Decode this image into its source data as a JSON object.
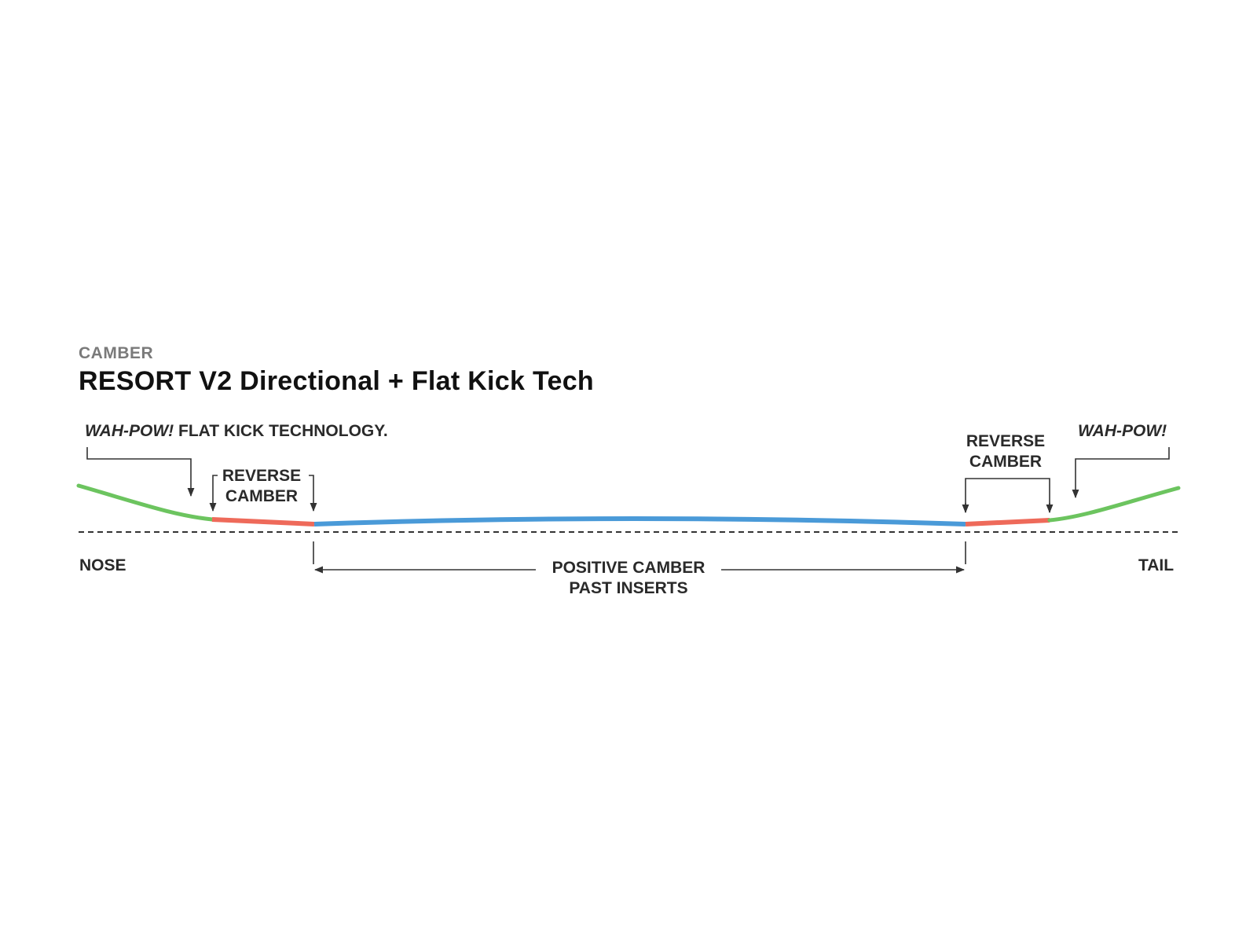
{
  "header": {
    "eyebrow": "CAMBER",
    "title": "RESORT V2 Directional + Flat Kick Tech"
  },
  "labels": {
    "nose_kick_italic": "WAH-POW!",
    "nose_kick_rest": " FLAT KICK TECHNOLOGY.",
    "reverse_camber_left_1": "REVERSE",
    "reverse_camber_left_2": "CAMBER",
    "reverse_camber_right_1": "REVERSE",
    "reverse_camber_right_2": "CAMBER",
    "tail_kick": "WAH-POW!",
    "nose": "NOSE",
    "tail": "TAIL",
    "positive_camber_1": "POSITIVE CAMBER",
    "positive_camber_2": "PAST INSERTS"
  },
  "colors": {
    "kick": "#6cc45f",
    "reverse_camber": "#ee6a5a",
    "positive_camber": "#4a9ad8",
    "baseline": "#333333",
    "annotation": "#333333"
  }
}
